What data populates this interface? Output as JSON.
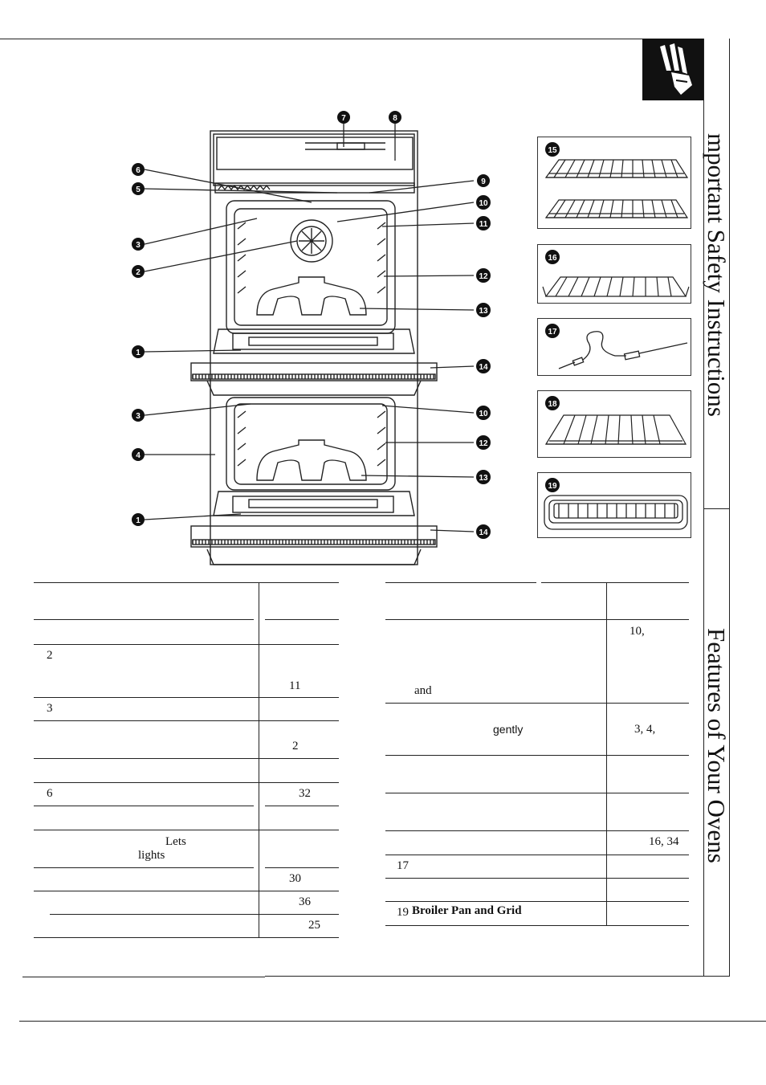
{
  "sidebar": {
    "title_top": "mportant Safety Instructions",
    "title_bottom": "Features of Your Ovens"
  },
  "callouts": [
    "1",
    "2",
    "3",
    "4",
    "5",
    "6",
    "7",
    "8",
    "9",
    "10",
    "11",
    "12",
    "13",
    "14",
    "15",
    "16",
    "17",
    "18",
    "19"
  ],
  "left_table": {
    "rows": [
      {
        "label": "",
        "page": ""
      },
      {
        "label": "",
        "page": ""
      },
      {
        "label": "2",
        "page": "11"
      },
      {
        "label": "3",
        "page": ""
      },
      {
        "label": "",
        "page": "2"
      },
      {
        "label": "",
        "page": ""
      },
      {
        "label": "6",
        "page": "32"
      },
      {
        "label": "",
        "page": ""
      },
      {
        "label": "Lets",
        "label2": "lights",
        "page": ""
      },
      {
        "label": "",
        "page": "30"
      },
      {
        "label": "",
        "page": "36"
      },
      {
        "label": "",
        "page": "25"
      }
    ]
  },
  "right_table": {
    "rows": [
      {
        "label": "",
        "page": ""
      },
      {
        "label": "and",
        "page": "10,"
      },
      {
        "label": "gently",
        "page": "3, 4,"
      },
      {
        "label": "",
        "page": ""
      },
      {
        "label": "",
        "page": ""
      },
      {
        "label": "",
        "page": "16, 34"
      },
      {
        "label": "17",
        "page": ""
      },
      {
        "label": "",
        "page": ""
      },
      {
        "label_num": "19",
        "label": "Broiler Pan and Grid",
        "page": ""
      }
    ]
  },
  "icons": {
    "tab_icon": "pointing-hand-icon"
  }
}
